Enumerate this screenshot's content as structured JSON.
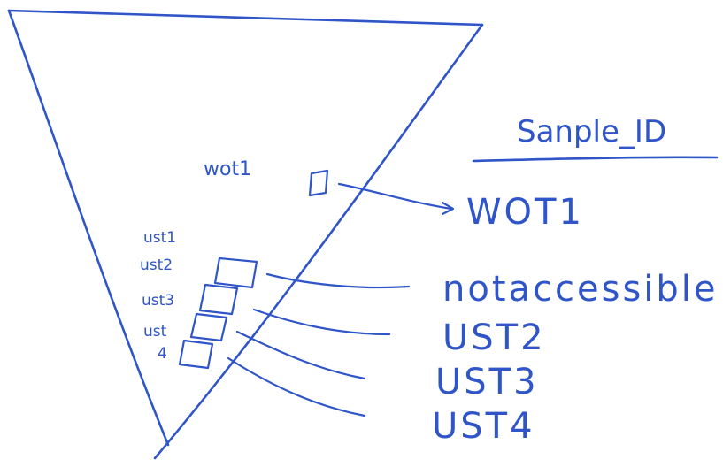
{
  "header": {
    "title": "Sanple_ID"
  },
  "left_labels": {
    "wot1": "wot1",
    "ust1": "ust1",
    "ust2": "ust2",
    "ust3": "ust3",
    "ust4_a": "ust",
    "ust4_b": "4"
  },
  "right_labels": {
    "wot1": "WOT1",
    "not_accessible": "notaccessible",
    "ust2": "UST2",
    "ust3": "UST3",
    "ust4": "UST4"
  },
  "ink_color": "#2f55c8"
}
